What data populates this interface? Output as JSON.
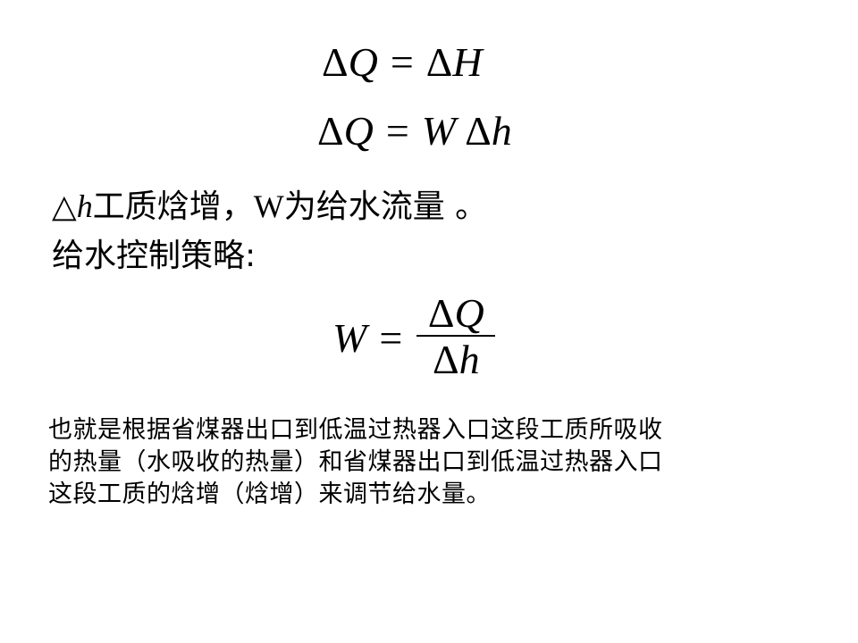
{
  "equations": {
    "eq1": {
      "lhs_delta": "Δ",
      "lhs_var": "Q",
      "op": "=",
      "rhs_delta": "Δ",
      "rhs_var": "H"
    },
    "eq2": {
      "lhs_delta": "Δ",
      "lhs_var": "Q",
      "op": "=",
      "rhs_var": "W",
      "rhs_delta": "Δ",
      "rhs_var2": "h"
    },
    "eq3": {
      "lhs_var": "W",
      "op": "=",
      "num_delta": "Δ",
      "num_var": "Q",
      "den_delta": "Δ",
      "den_var": "h"
    }
  },
  "definition": {
    "symbol_delta": "△",
    "symbol_var": "h",
    "text1": "工质焓增，",
    "w": "W",
    "text2": "为给水流量 。"
  },
  "strategy_heading": "给水控制策略:",
  "explanation": {
    "lines": [
      "也就是根据省煤器出口到低温过热器入口这段工质所吸收",
      "的热量（水吸收的热量）和省煤器出口到低温过热器入口",
      "这段工质的焓增（焓增）来调节给水量。"
    ]
  }
}
